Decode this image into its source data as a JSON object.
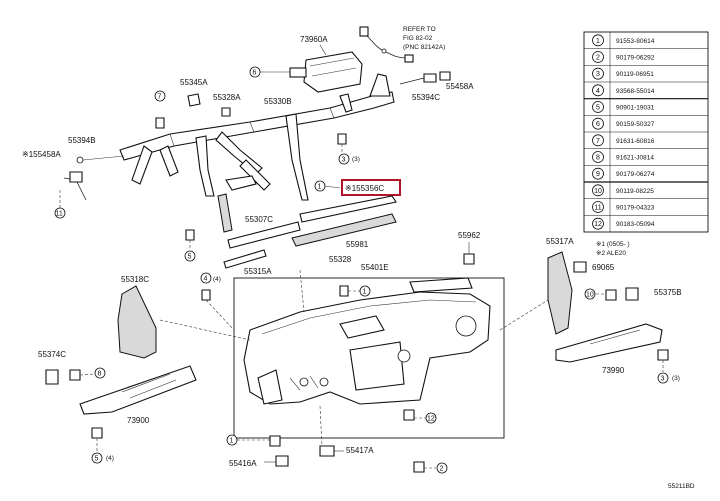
{
  "refer_note": [
    "REFER TO",
    "FIG 82-02",
    "(PNC 82142A)"
  ],
  "labels": {
    "p73960A": "73960A",
    "p55345A": "55345A",
    "p55328A": "55328A",
    "p55330B": "55330B",
    "p55394C": "55394C",
    "p55458A": "55458A",
    "p55394B": "55394B",
    "p155458A": "※155458A",
    "p155356C": "※155356C",
    "p55307C": "55307C",
    "p55981": "55981",
    "p55328": "55328",
    "p55962": "55962",
    "p55317A": "55317A",
    "p69065": "69065",
    "p55375B": "55375B",
    "p55315A": "55315A",
    "p55401E": "55401E",
    "p55318C": "55318C",
    "p55374C": "55374C",
    "p73900": "73900",
    "p73990": "73990",
    "p55416A": "55416A",
    "p55417A": "55417A",
    "fig_code": "55211BD"
  },
  "callouts": {
    "c6": "6",
    "c8": "8",
    "c3": "3",
    "c4": "4",
    "c7": "7",
    "c1": "1",
    "c5": "5",
    "c10": "10",
    "c11": "11",
    "c12": "12",
    "c2": "2",
    "c5b": "5",
    "s4": "(4)",
    "s3": "(3)"
  },
  "notes": {
    "note1": "※1 (0505- )",
    "note2": "※2 ALE20"
  },
  "table": [
    {
      "no": "1",
      "part": "91553-80614"
    },
    {
      "no": "2",
      "part": "90179-06292"
    },
    {
      "no": "3",
      "part": "90119-06951"
    },
    {
      "no": "4",
      "part": "93568-55014"
    },
    {
      "no": "5",
      "part": "90901-19031"
    },
    {
      "no": "6",
      "part": "90159-50327"
    },
    {
      "no": "7",
      "part": "91631-60816"
    },
    {
      "no": "8",
      "part": "91621-J0814"
    },
    {
      "no": "9",
      "part": "90179-06274"
    },
    {
      "no": "10",
      "part": "90119-08225"
    },
    {
      "no": "11",
      "part": "90179-04323"
    },
    {
      "no": "12",
      "part": "90183-05094"
    }
  ]
}
